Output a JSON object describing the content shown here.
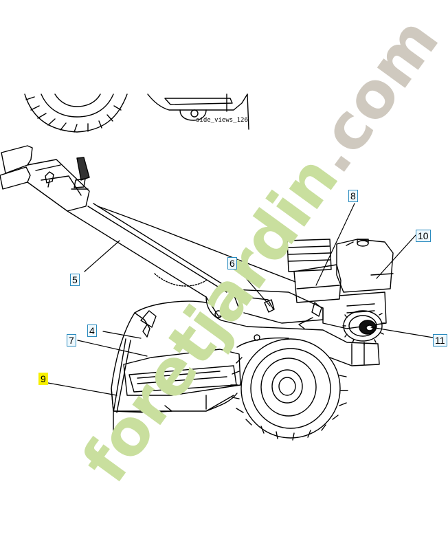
{
  "diagram": {
    "caption": "side_views_126",
    "watermark": {
      "part1": "foret",
      "part2": "jardin",
      "part3": ".com",
      "color_green": "#c9df9e",
      "color_grey": "#cfc9bf"
    },
    "callouts": [
      {
        "id": "8",
        "label": "8",
        "highlight": false
      },
      {
        "id": "10",
        "label": "10",
        "highlight": false
      },
      {
        "id": "6",
        "label": "6",
        "highlight": false
      },
      {
        "id": "5",
        "label": "5",
        "highlight": false
      },
      {
        "id": "4",
        "label": "4",
        "highlight": false
      },
      {
        "id": "7",
        "label": "7",
        "highlight": false
      },
      {
        "id": "11",
        "label": "11",
        "highlight": false
      },
      {
        "id": "9",
        "label": "9",
        "highlight": true
      }
    ],
    "colors": {
      "line": "#000000",
      "callout_border": "#2a8bbf",
      "highlight": "#f7f000"
    }
  }
}
